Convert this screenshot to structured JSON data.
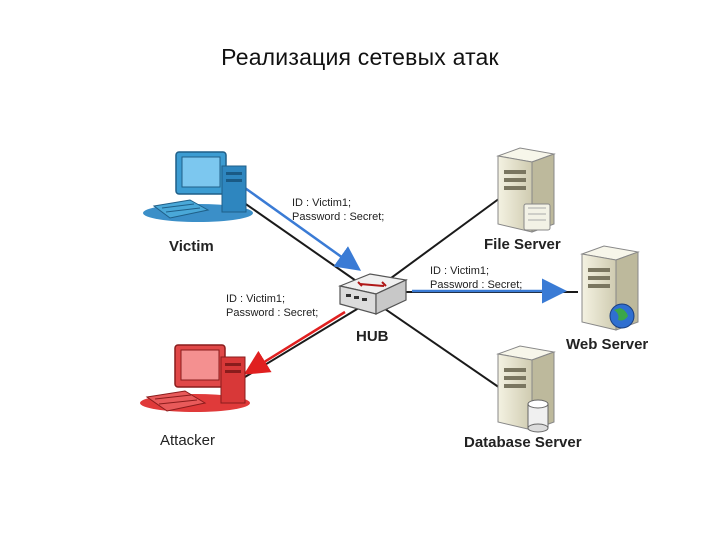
{
  "title": "Реализация сетевых атак",
  "nodes": {
    "victim": "Victim",
    "attacker": "Attacker",
    "hub": "HUB",
    "file_server": "File Server",
    "web_server": "Web Server",
    "database_server": "Database Server"
  },
  "messages": {
    "victim_to_hub": [
      "ID : Victim1;",
      "Password : Secret;"
    ],
    "hub_to_web": [
      "ID : Victim1;",
      "Password : Secret;"
    ],
    "hub_to_attacker": [
      "ID : Victim1;",
      "Password : Secret;"
    ]
  },
  "colors": {
    "link": "#1a1a1a",
    "legit_flow": "#3a7bd5",
    "attack_flow": "#e02020",
    "victim_pc": "#4aa8d8",
    "attacker_pc": "#e04848",
    "server": "#e8e6d2"
  }
}
